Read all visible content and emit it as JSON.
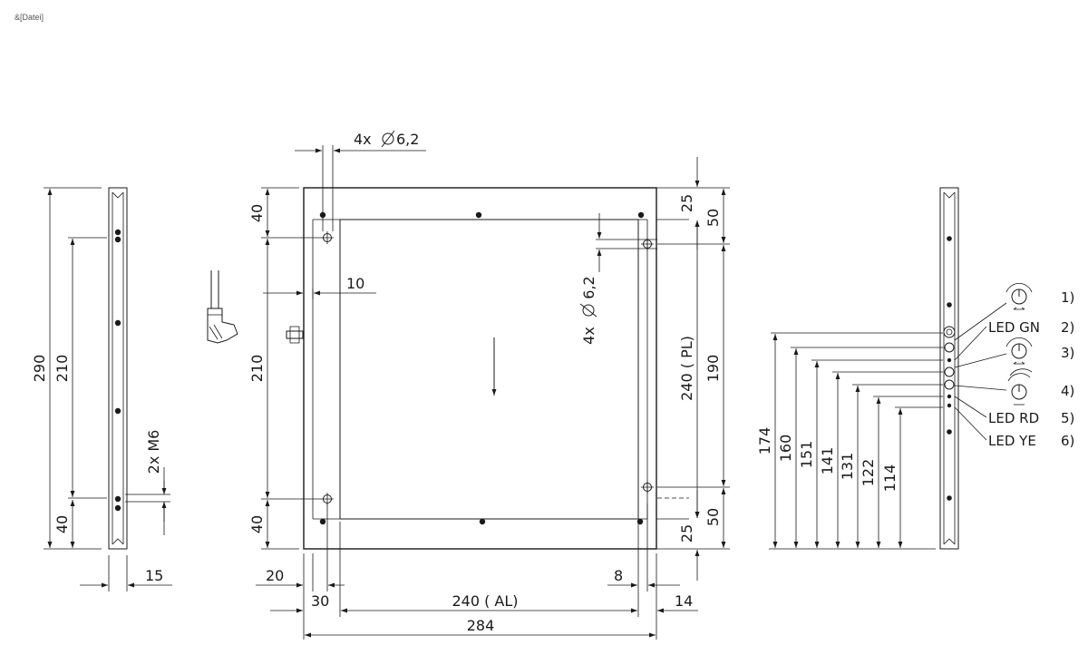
{
  "header": {
    "file_placeholder": "&[Datei]"
  },
  "side_view_left": {
    "dims": {
      "overall": "290",
      "spacing": "210",
      "bottom": "40",
      "width": "15"
    },
    "thread_note": "2x M6"
  },
  "front_view": {
    "hole_note_top": "4x",
    "hole_diameter_top": "6,2",
    "hole_note_right": "4x",
    "hole_diameter_right": "6,2",
    "dims": {
      "top_offset": "40",
      "vertical_spacing": "210",
      "bottom_offset": "40",
      "frame_width": "10",
      "side_inset": "20",
      "hole_inset": "30",
      "active_length": "240 ( AL)",
      "overall_length": "284",
      "right_inset": "8",
      "right_overhang": "14",
      "light_length": "240 ( PL)",
      "right_spacing": "190",
      "right_top_edge": "25",
      "right_top_hole": "50",
      "right_bottom_hole": "50",
      "right_bottom_edge": "25"
    }
  },
  "side_view_right": {
    "heights": [
      "174",
      "160",
      "151",
      "141",
      "131",
      "122",
      "114"
    ],
    "callouts": [
      {
        "num": "1)",
        "label": "",
        "icon": "potentiometer-icon"
      },
      {
        "num": "2)",
        "label": "LED GN",
        "icon": ""
      },
      {
        "num": "3)",
        "label": "",
        "icon": "potentiometer-icon"
      },
      {
        "num": "4)",
        "label": "",
        "icon": "rotary-switch-icon"
      },
      {
        "num": "5)",
        "label": "LED RD",
        "icon": ""
      },
      {
        "num": "6)",
        "label": "LED YE",
        "icon": ""
      }
    ]
  }
}
